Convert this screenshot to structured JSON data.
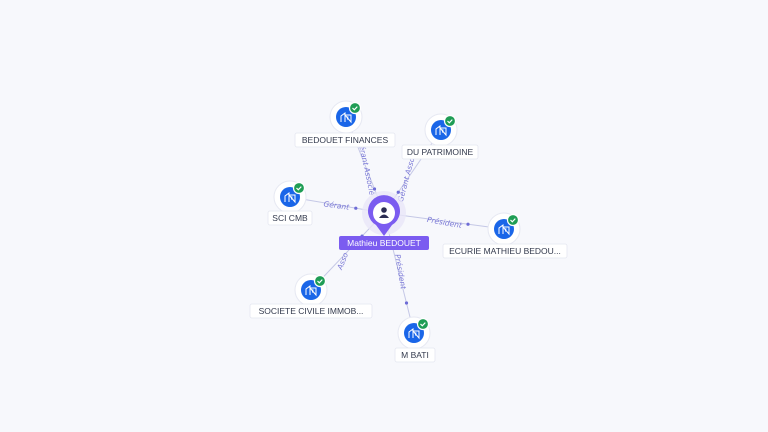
{
  "center": {
    "label": "Mathieu BEDOUET",
    "icon": "person-icon",
    "color": "#7b5cf0"
  },
  "companies": [
    {
      "id": "bedouet-finances",
      "label": "BEDOUET FINANCES",
      "relation": "Gérant Associé",
      "icon": "building-icon",
      "verified": true
    },
    {
      "id": "du-patrimoine",
      "label": "DU PATRIMOINE",
      "relation": "Gérant Associé",
      "icon": "building-icon",
      "verified": true
    },
    {
      "id": "sci-cmb",
      "label": "SCI CMB",
      "relation": "Gérant",
      "icon": "building-icon",
      "verified": true
    },
    {
      "id": "ecurie-mathieu-bedouet",
      "label": "ECURIE MATHIEU BEDOU...",
      "relation": "Président",
      "icon": "building-icon",
      "verified": true
    },
    {
      "id": "societe-civile-immob",
      "label": "SOCIETE CIVILE IMMOB...",
      "relation": "Asso",
      "icon": "building-icon",
      "verified": true
    },
    {
      "id": "m-bati",
      "label": "M BATI",
      "relation": "Président",
      "icon": "building-icon",
      "verified": true
    }
  ],
  "colors": {
    "company_icon": "#1a66e8",
    "verified_badge": "#1f9d55",
    "relation_text": "#7a78d6",
    "edge": "#c5c8e6"
  }
}
